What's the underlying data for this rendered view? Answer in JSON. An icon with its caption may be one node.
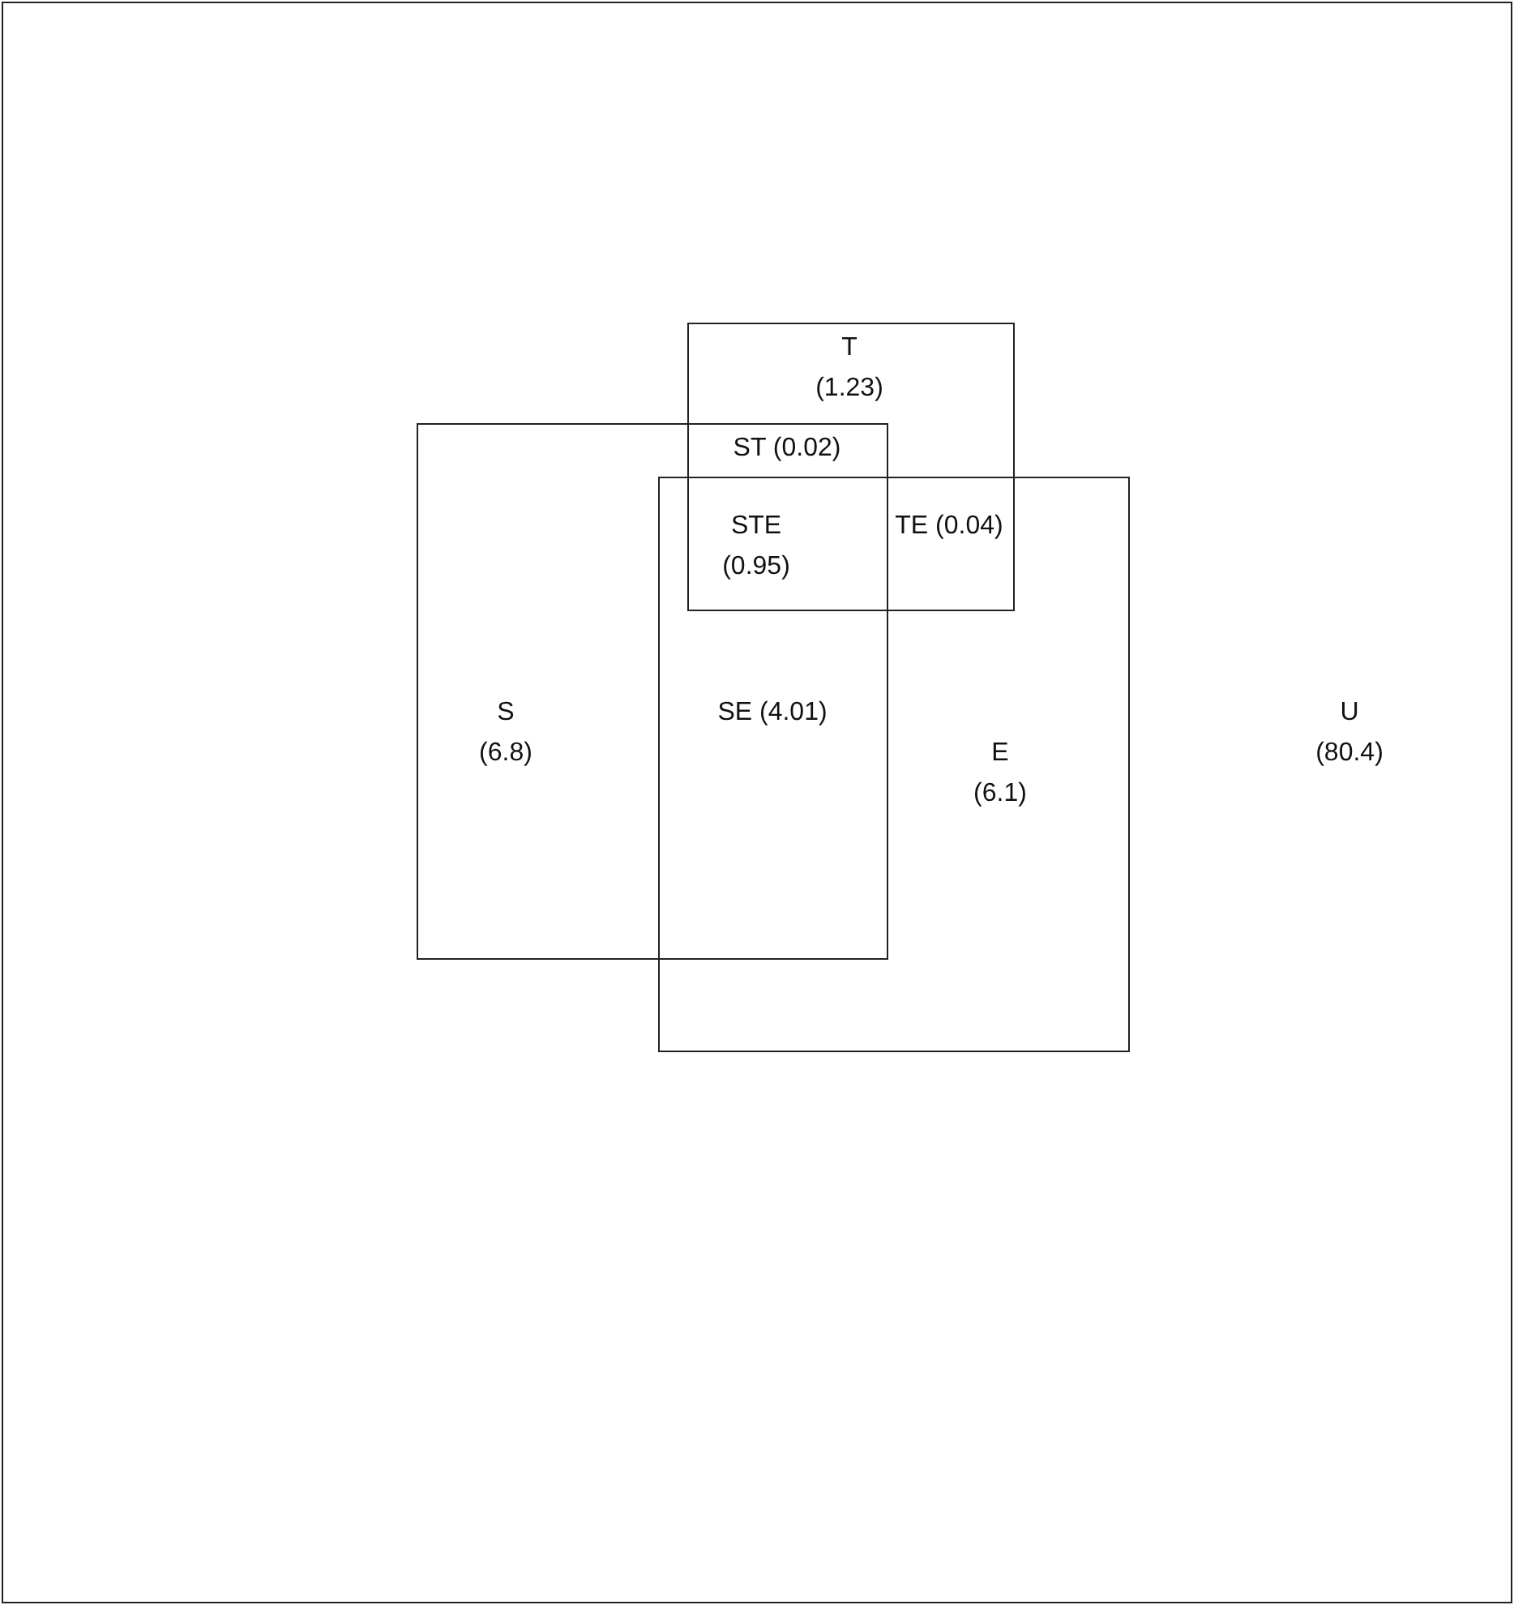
{
  "diagram": {
    "nodes": [
      {
        "text": [
          "U",
          "(80.4)"
        ]
      },
      {
        "text": [
          "T",
          "(1.23)"
        ],
        "in": 0
      },
      {
        "text": [
          "S",
          "(6.8)"
        ],
        "in": 0
      },
      {
        "text": [
          "E",
          "(6.1)"
        ],
        "in": 0
      }
    ],
    "labels": [
      "ST (0.02)",
      "STE (0.95)",
      "TE (0.04)",
      "SE (4.01)"
    ]
  }
}
